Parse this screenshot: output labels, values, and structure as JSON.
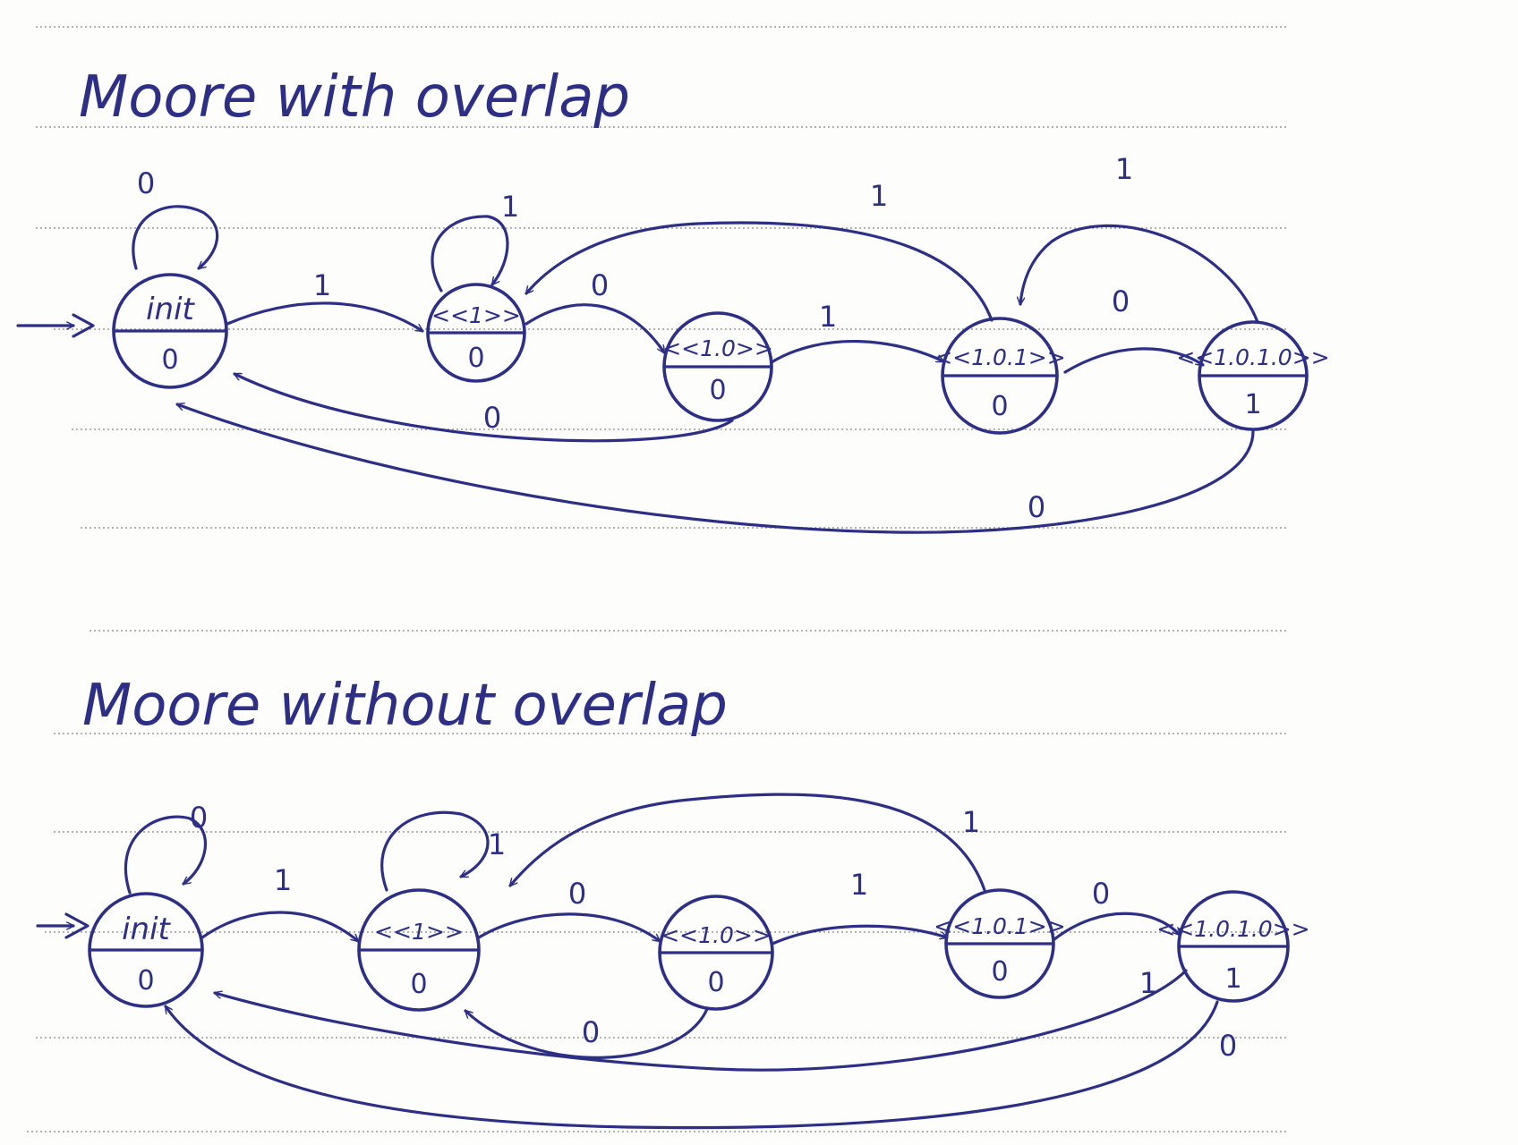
{
  "diagrams": [
    {
      "title": "Moore with overlap",
      "states": [
        {
          "id": "init",
          "name": "init",
          "output": "0"
        },
        {
          "id": "s1",
          "name": "<<1>>",
          "output": "0"
        },
        {
          "id": "s10",
          "name": "<<1.0>>",
          "output": "0"
        },
        {
          "id": "s101",
          "name": "<<1.0.1>>",
          "output": "0"
        },
        {
          "id": "s1010",
          "name": "<<1.0.1.0>>",
          "output": "1"
        }
      ],
      "transitions": [
        {
          "from": "init",
          "to": "init",
          "label": "0"
        },
        {
          "from": "init",
          "to": "s1",
          "label": "1"
        },
        {
          "from": "s1",
          "to": "s1",
          "label": "1"
        },
        {
          "from": "s1",
          "to": "s10",
          "label": "0"
        },
        {
          "from": "s10",
          "to": "s101",
          "label": "1"
        },
        {
          "from": "s10",
          "to": "init",
          "label": "0"
        },
        {
          "from": "s101",
          "to": "s1010",
          "label": "0"
        },
        {
          "from": "s101",
          "to": "s1",
          "label": "1"
        },
        {
          "from": "s1010",
          "to": "s101",
          "label": "1"
        },
        {
          "from": "s1010",
          "to": "init",
          "label": "0"
        }
      ]
    },
    {
      "title": "Moore without overlap",
      "states": [
        {
          "id": "init",
          "name": "init",
          "output": "0"
        },
        {
          "id": "s1",
          "name": "<<1>>",
          "output": "0"
        },
        {
          "id": "s10",
          "name": "<<1.0>>",
          "output": "0"
        },
        {
          "id": "s101",
          "name": "<<1.0.1>>",
          "output": "0"
        },
        {
          "id": "s1010",
          "name": "<<1.0.1.0>>",
          "output": "1"
        }
      ],
      "transitions": [
        {
          "from": "init",
          "to": "init",
          "label": "0"
        },
        {
          "from": "init",
          "to": "s1",
          "label": "1"
        },
        {
          "from": "s1",
          "to": "s1",
          "label": "1"
        },
        {
          "from": "s1",
          "to": "s10",
          "label": "0"
        },
        {
          "from": "s10",
          "to": "s101",
          "label": "1"
        },
        {
          "from": "s10",
          "to": "s1",
          "label": "0"
        },
        {
          "from": "s101",
          "to": "s1010",
          "label": "0"
        },
        {
          "from": "s101",
          "to": "s1",
          "label": "1"
        },
        {
          "from": "s1010",
          "to": "init",
          "label": "1"
        },
        {
          "from": "s1010",
          "to": "init",
          "label": "0"
        }
      ]
    }
  ],
  "colors": {
    "ink": "#2d2f86",
    "paper": "#fdfdfb",
    "rules": "#9a9a9a"
  }
}
